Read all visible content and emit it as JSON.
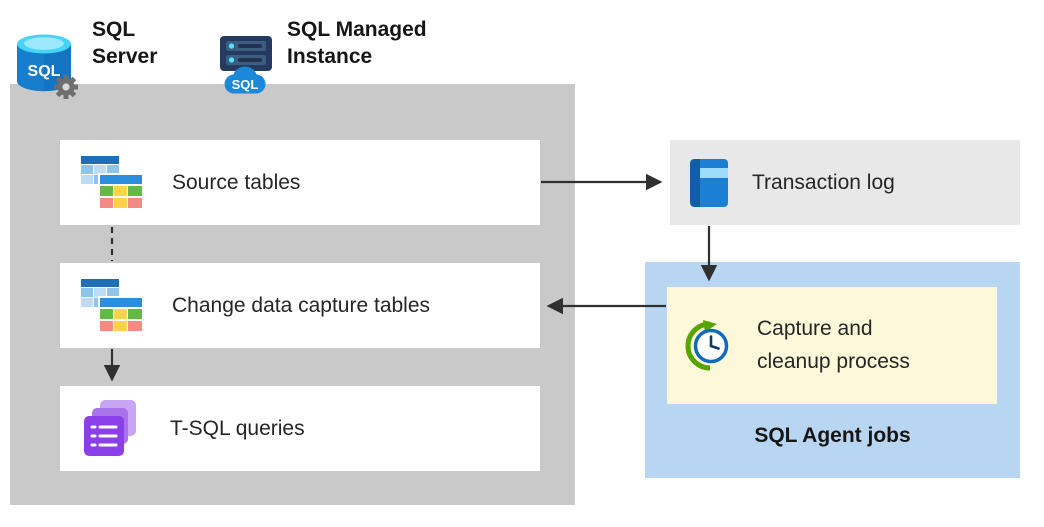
{
  "titles": {
    "sql_server": "SQL Server",
    "sql_managed_instance": "SQL Managed Instance"
  },
  "nodes": {
    "source_tables": {
      "label": "Source tables"
    },
    "cdc_tables": {
      "label": "Change data capture tables"
    },
    "tsql_queries": {
      "label": "T-SQL queries"
    },
    "transaction_log": {
      "label": "Transaction log"
    },
    "capture_cleanup": {
      "label": "Capture and cleanup process"
    },
    "sql_agent_jobs": {
      "label": "SQL Agent jobs"
    }
  },
  "icon_text": {
    "sql_server_db": "SQL",
    "sql_mi_cloud": "SQL"
  },
  "colors": {
    "container_gray": "#c9c9c9",
    "node_white": "#ffffff",
    "log_gray": "#e8e8e8",
    "agent_blue": "#b8d6f2",
    "process_yellow": "#fdf8d9",
    "arrow": "#303030",
    "brand_blue": "#1274c2",
    "accent_purple": "#8a3fe8",
    "accent_green": "#57a300"
  }
}
